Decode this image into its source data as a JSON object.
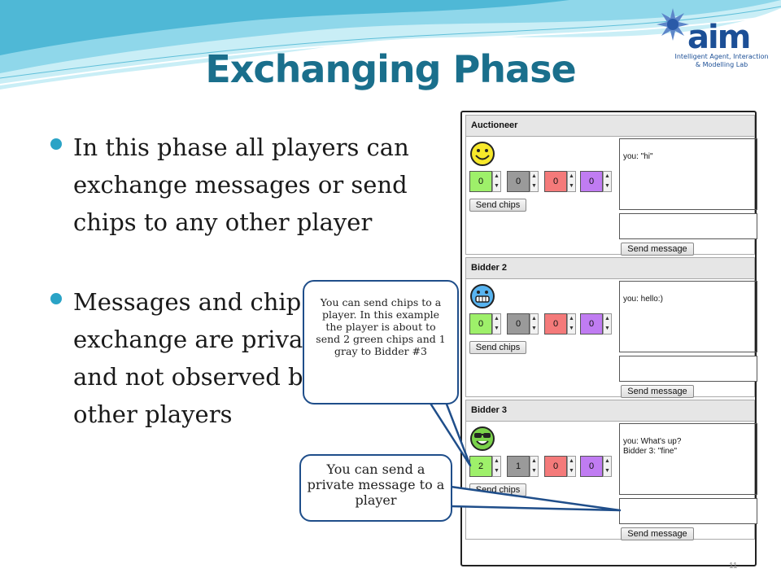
{
  "slide": {
    "title": "Exchanging Phase",
    "page_number": "11"
  },
  "logo": {
    "mark": "aim",
    "line1": "Intelligent Agent, Interaction",
    "line2": "& Modelling Lab"
  },
  "bullets": [
    {
      "text": "In this phase all players can exchange messages or send chips to any other player"
    },
    {
      "text": "Messages and chip exchange are private and not observed by other players"
    }
  ],
  "colors": {
    "title": "#1a6f8c",
    "bullet_dot": "#2aa3c6",
    "callout_border": "#1f4e8a",
    "chip_green": "#9ef06a",
    "chip_gray": "#9a9a9a",
    "chip_red": "#f47a7a",
    "chip_purple": "#c07cf2"
  },
  "sections": [
    {
      "name": "Auctioneer",
      "face": "smiley-face-icon",
      "chips": [
        {
          "color": "green",
          "value": "0"
        },
        {
          "color": "gray",
          "value": "0"
        },
        {
          "color": "red",
          "value": "0"
        },
        {
          "color": "purple",
          "value": "0"
        }
      ],
      "send_chips_label": "Send chips",
      "log": "you: \"hi\"",
      "send_message_label": "Send message"
    },
    {
      "name": "Bidder 2",
      "face": "grinning-face-icon",
      "chips": [
        {
          "color": "green",
          "value": "0"
        },
        {
          "color": "gray",
          "value": "0"
        },
        {
          "color": "red",
          "value": "0"
        },
        {
          "color": "purple",
          "value": "0"
        }
      ],
      "send_chips_label": "Send chips",
      "log": "you: hello:)",
      "send_message_label": "Send message"
    },
    {
      "name": "Bidder 3",
      "face": "sunglasses-face-icon",
      "chips": [
        {
          "color": "green",
          "value": "2"
        },
        {
          "color": "gray",
          "value": "1"
        },
        {
          "color": "red",
          "value": "0"
        },
        {
          "color": "purple",
          "value": "0"
        }
      ],
      "send_chips_label": "Send chips",
      "log": "you: What's up?\nBidder 3: \"fine\"",
      "send_message_label": "Send message"
    }
  ],
  "callouts": {
    "chips": "You can send chips to a player. In this example the player is about to send 2 green chips and 1 gray to Bidder #3",
    "message": "You can send a private message to a player"
  }
}
